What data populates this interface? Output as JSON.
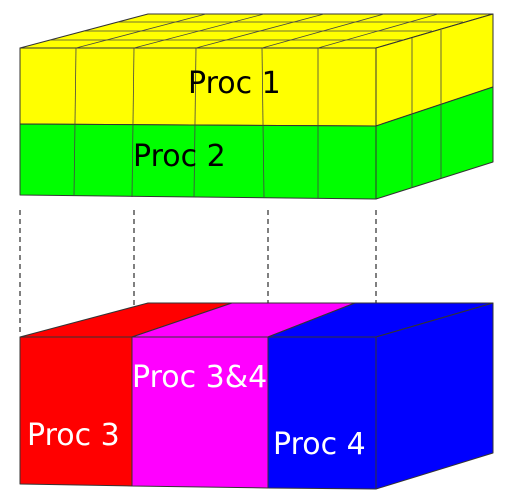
{
  "top_block": {
    "layers": [
      {
        "label": "Proc 1",
        "color": "#ffff00",
        "text_color": "#000000"
      },
      {
        "label": "Proc 2",
        "color": "#00ff00",
        "text_color": "#000000"
      }
    ]
  },
  "bottom_block": {
    "segments": [
      {
        "label": "Proc 3",
        "color": "#ff0000",
        "text_color": "#ffffff"
      },
      {
        "label": "Proc 3&4",
        "color": "#ff00ff",
        "text_color": "#ffffff"
      },
      {
        "label": "Proc 4",
        "color": "#0000ff",
        "text_color": "#ffffff"
      }
    ]
  }
}
